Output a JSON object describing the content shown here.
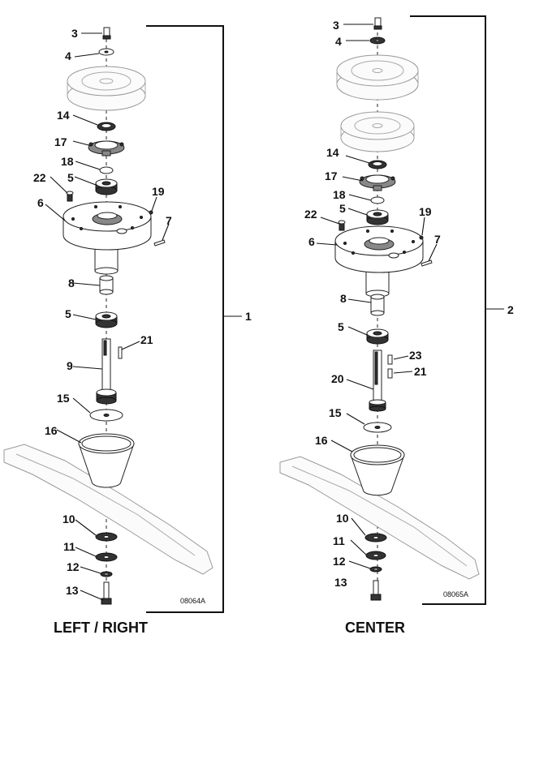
{
  "left": {
    "caption": "LEFT / RIGHT",
    "drawing_code": "08064A",
    "assembly_number": "1",
    "callouts": [
      "3",
      "4",
      "14",
      "17",
      "18",
      "22",
      "5",
      "6",
      "19",
      "7",
      "8",
      "5",
      "21",
      "9",
      "15",
      "16",
      "10",
      "11",
      "12",
      "13"
    ]
  },
  "center": {
    "caption": "CENTER",
    "drawing_code": "08065A",
    "assembly_number": "2",
    "callouts": [
      "3",
      "4",
      "14",
      "17",
      "18",
      "5",
      "22",
      "19",
      "6",
      "7",
      "8",
      "5",
      "23",
      "21",
      "20",
      "15",
      "16",
      "10",
      "11",
      "12",
      "13"
    ]
  }
}
